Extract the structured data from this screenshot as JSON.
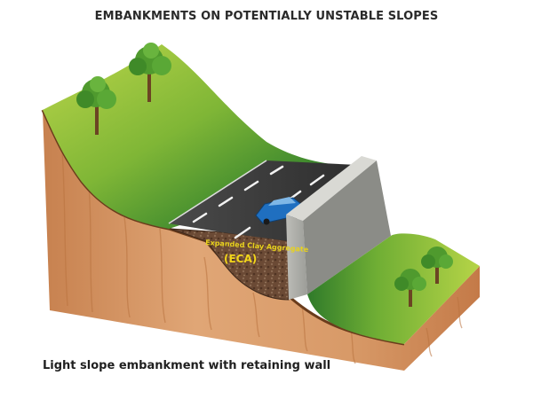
{
  "diagram": {
    "title": "EMBANKMENTS ON POTENTIALLY UNSTABLE SLOPES",
    "caption": "Light slope embankment with retaining wall",
    "fill_label": "Expanded Clay Aggregate",
    "fill_abbreviation": "(ECA)"
  },
  "colors": {
    "grass_light": "#a6cc3a",
    "grass_dark": "#2f7a2a",
    "soil": "#d9a070",
    "soil_shadow": "#b87444",
    "road": "#3b3b3b",
    "wall": "#a9aaa5",
    "car": "#1f6fc0",
    "eca": "#6d4d38",
    "label_yellow": "#f2d51a"
  }
}
